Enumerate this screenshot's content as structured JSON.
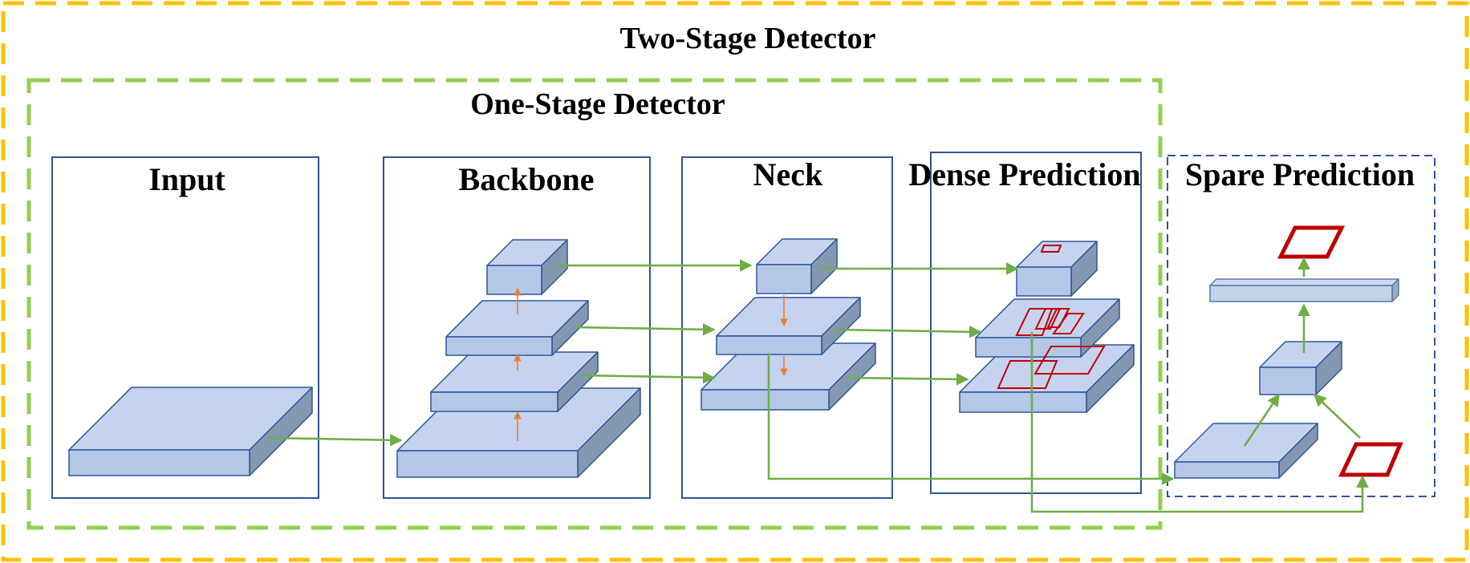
{
  "titles": {
    "two_stage": "Two-Stage Detector",
    "one_stage": "One-Stage Detector"
  },
  "panels": {
    "input": "Input",
    "backbone": "Backbone",
    "neck": "Neck",
    "dense": "Dense Prediction",
    "sparse": "Spare Prediction"
  },
  "colors": {
    "two_stage_border": "#FFC000",
    "one_stage_border": "#92D050",
    "panel_border": "#2F5597",
    "box_top": "#C5D3EE",
    "box_front": "#B4C7E7",
    "box_side": "#8497B0",
    "box_edge": "#2F5597",
    "flow_arrow": "#70AD47",
    "upsample_arrow": "#ED7D31",
    "region_box": "#C00000"
  }
}
